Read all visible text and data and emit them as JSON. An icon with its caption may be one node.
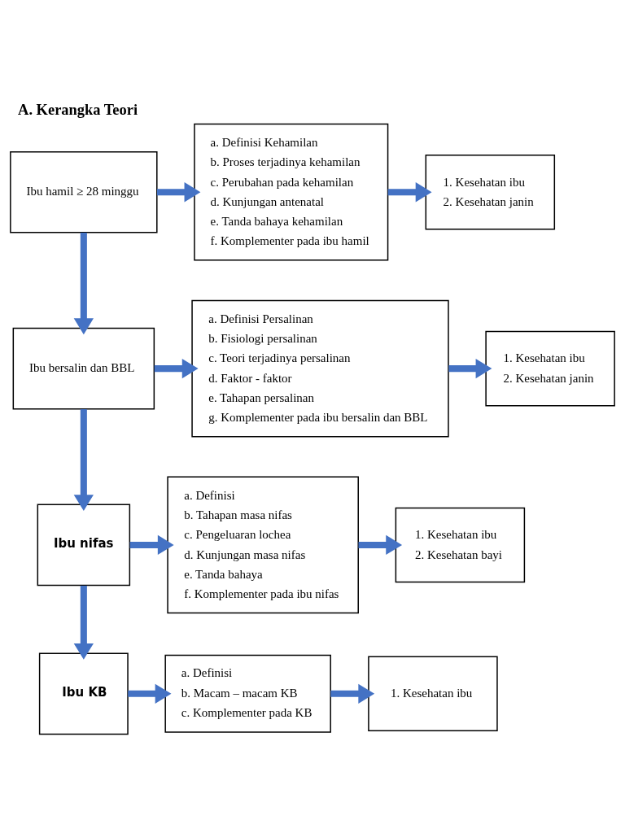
{
  "diagram": {
    "title": "A. Kerangka Teori",
    "nodes": [
      {
        "text": [
          "Ibu hamil ≥ 28 minggu"
        ]
      },
      {
        "text": [
          "a. Definisi Kehamilan",
          "b. Proses terjadinya kehamilan",
          "c. Perubahan pada kehamilan",
          "d. Kunjungan antenatal",
          "e. Tanda bahaya kehamilan",
          "f. Komplementer pada ibu hamil"
        ]
      },
      {
        "text": [
          "1. Kesehatan ibu",
          "2. Kesehatan janin"
        ]
      },
      {
        "text": [
          "Ibu bersalin dan BBL"
        ]
      },
      {
        "text": [
          "a. Definisi Persalinan",
          "b. Fisiologi persalinan",
          "c. Teori terjadinya persalinan",
          "d. Faktor - faktor",
          "e. Tahapan persalinan",
          "g. Komplementer pada ibu bersalin dan BBL"
        ]
      },
      {
        "text": [
          "1. Kesehatan ibu",
          "2. Kesehatan janin"
        ]
      },
      {
        "text": [
          "Ibu nifas"
        ]
      },
      {
        "text": [
          "a. Definisi",
          "b. Tahapan masa nifas",
          "c. Pengeluaran lochea",
          "d. Kunjungan masa nifas",
          "e. Tanda bahaya",
          "f. Komplementer pada ibu nifas"
        ]
      },
      {
        "text": [
          "1. Kesehatan ibu",
          "2. Kesehatan bayi"
        ]
      },
      {
        "text": [
          "Ibu KB"
        ]
      },
      {
        "text": [
          "a. Definisi",
          "b. Macam – macam KB",
          "c. Komplementer pada KB"
        ]
      },
      {
        "text": [
          "1. Kesehatan ibu"
        ]
      }
    ],
    "edges": [
      {
        "from": 0,
        "to": 1,
        "arrow": "to"
      },
      {
        "from": 1,
        "to": 2,
        "arrow": "to"
      },
      {
        "from": 0,
        "to": 3,
        "arrow": "to"
      },
      {
        "from": 3,
        "to": 4,
        "arrow": "to"
      },
      {
        "from": 4,
        "to": 5,
        "arrow": "to"
      },
      {
        "from": 3,
        "to": 6,
        "arrow": "to"
      },
      {
        "from": 6,
        "to": 7,
        "arrow": "to"
      },
      {
        "from": 7,
        "to": 8,
        "arrow": "to"
      },
      {
        "from": 6,
        "to": 9,
        "arrow": "to"
      },
      {
        "from": 9,
        "to": 10,
        "arrow": "to"
      },
      {
        "from": 10,
        "to": 11,
        "arrow": "to"
      }
    ]
  }
}
